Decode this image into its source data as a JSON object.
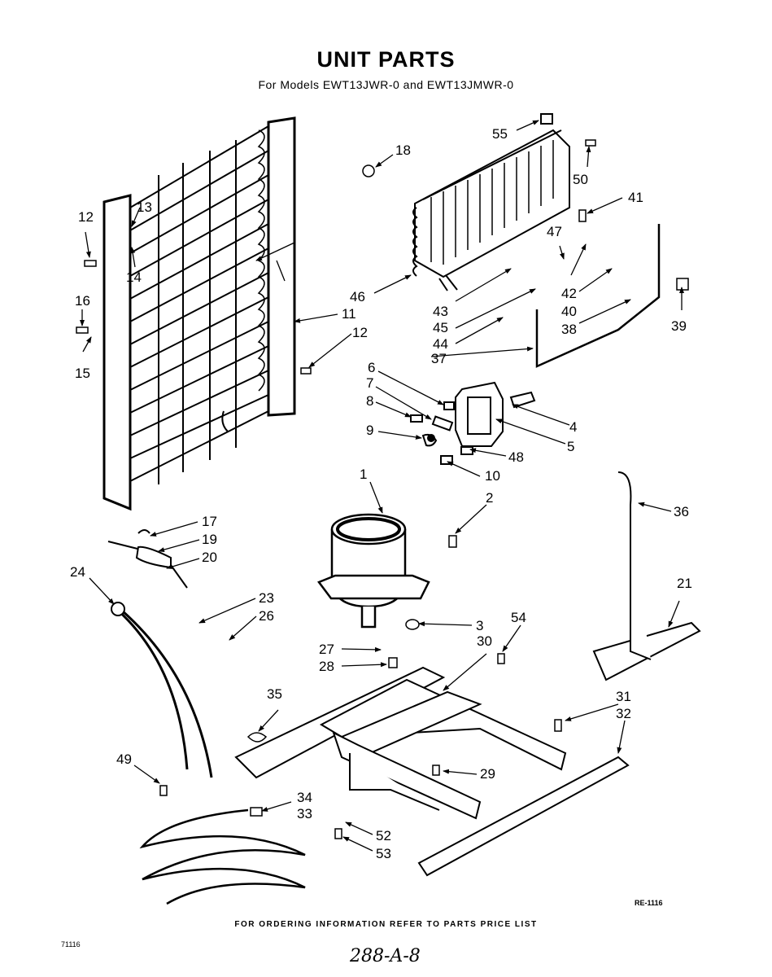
{
  "header": {
    "title": "UNIT PARTS",
    "subtitle": "For Models EWT13JWR-0 and EWT13JMWR-0"
  },
  "footer": {
    "ordering": "FOR ORDERING INFORMATION REFER TO PARTS PRICE LIST",
    "ref_code": "RE-1116",
    "page_number": "71116",
    "handwritten": "288-A-8"
  },
  "part_labels": {
    "p1": "1",
    "p2": "2",
    "p3": "3",
    "p4": "4",
    "p5": "5",
    "p6": "6",
    "p7": "7",
    "p8": "8",
    "p9": "9",
    "p10": "10",
    "p11": "11",
    "p12a": "12",
    "p12b": "12",
    "p13": "13",
    "p14": "14",
    "p15": "15",
    "p16": "16",
    "p17": "17",
    "p18": "18",
    "p19": "19",
    "p20": "20",
    "p21": "21",
    "p23": "23",
    "p24": "24",
    "p26": "26",
    "p27": "27",
    "p28": "28",
    "p29": "29",
    "p30": "30",
    "p31": "31",
    "p32": "32",
    "p33": "33",
    "p34": "34",
    "p35": "35",
    "p36": "36",
    "p37": "37",
    "p38": "38",
    "p39": "39",
    "p40": "40",
    "p41": "41",
    "p42": "42",
    "p43": "43",
    "p44": "44",
    "p45": "45",
    "p46": "46",
    "p47": "47",
    "p48": "48",
    "p49": "49",
    "p50": "50",
    "p52": "52",
    "p53": "53",
    "p54": "54",
    "p55": "55"
  }
}
